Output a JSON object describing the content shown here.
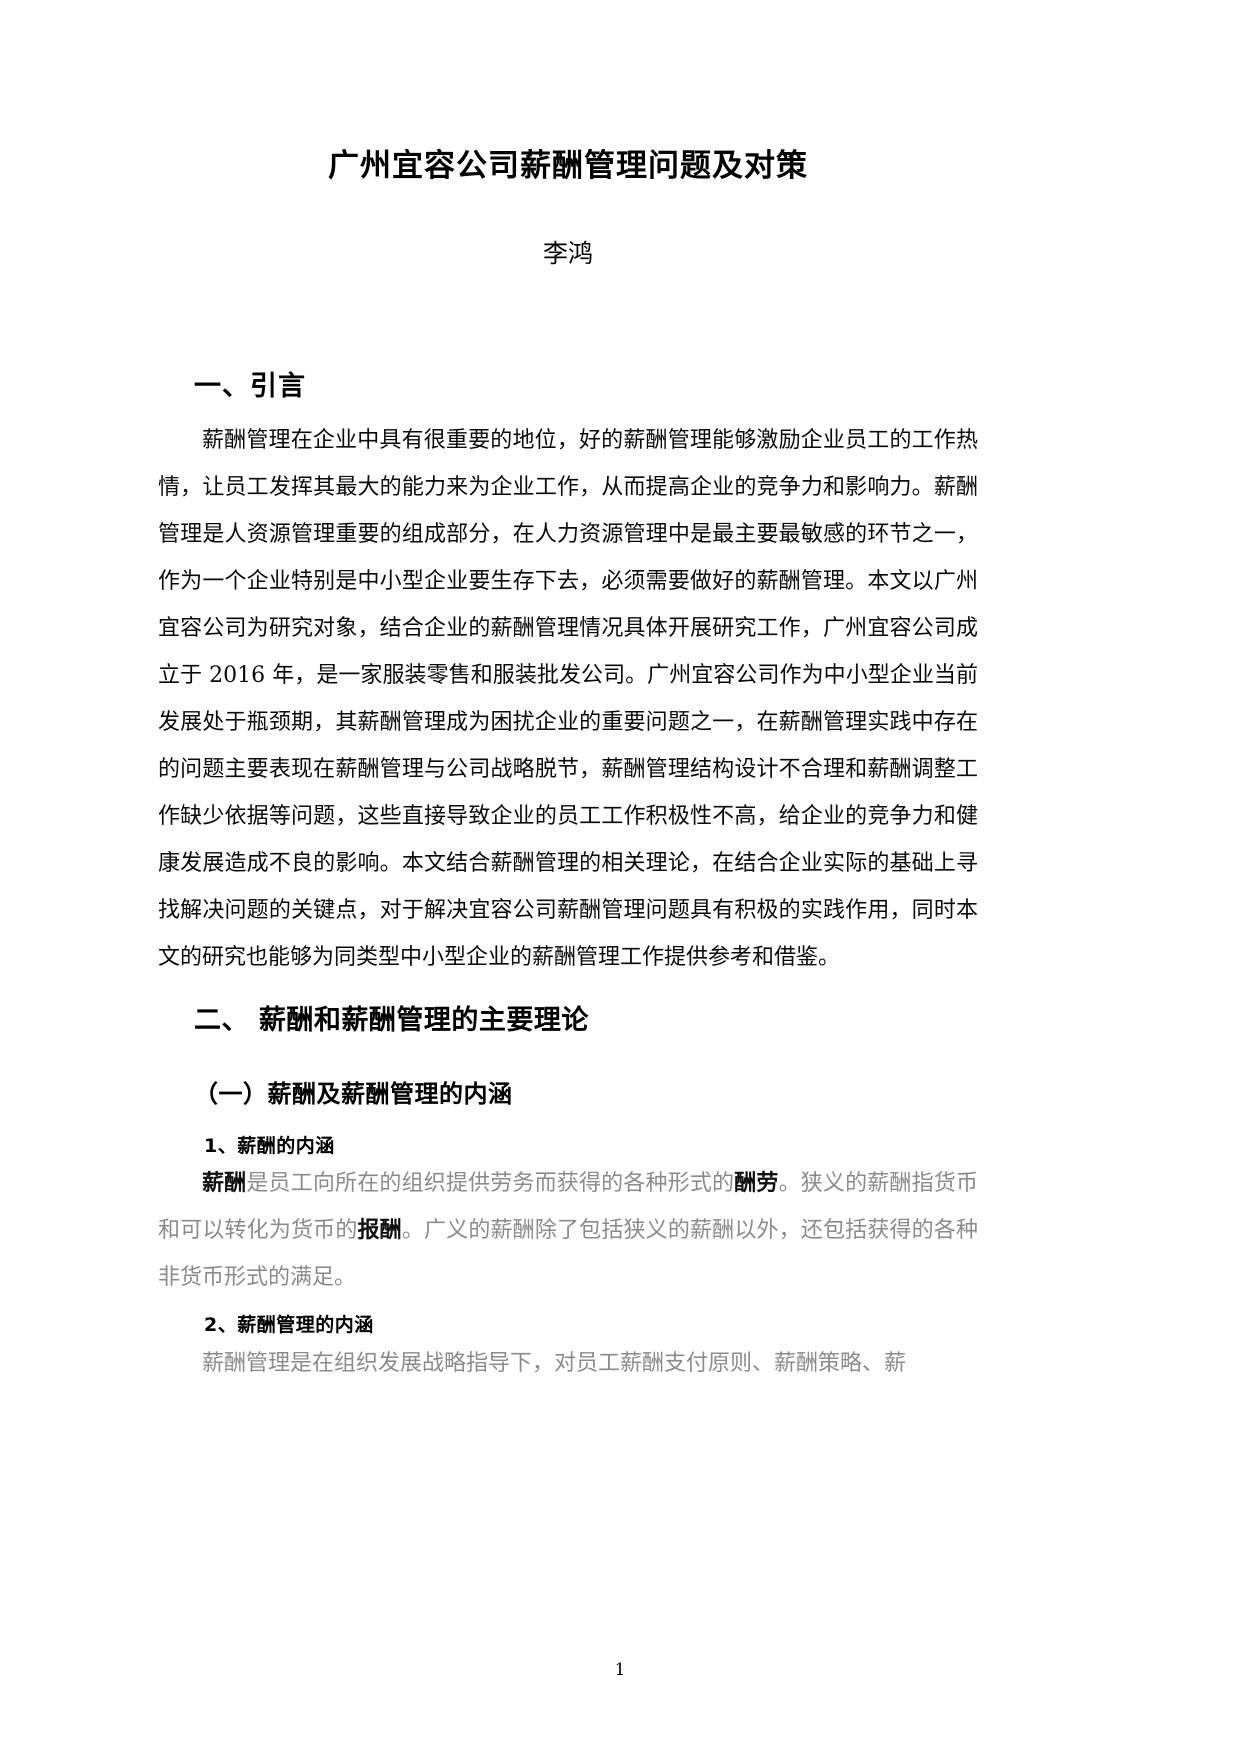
{
  "document": {
    "title": "广州宜容公司薪酬管理问题及对策",
    "author": "李鸿",
    "page_number": "1"
  },
  "sections": {
    "intro_heading": "一、引言",
    "intro_paragraph": "薪酬管理在企业中具有很重要的地位，好的薪酬管理能够激励企业员工的工作热情，让员工发挥其最大的能力来为企业工作，从而提高企业的竞争力和影响力。薪酬管理是人资源管理重要的组成部分，在人力资源管理中是最主要最敏感的环节之一，作为一个企业特别是中小型企业要生存下去，必须需要做好的薪酬管理。本文以广州宜容公司为研究对象，结合企业的薪酬管理情况具体开展研究工作，广州宜容公司成立于 2016 年，是一家服装零售和服装批发公司。广州宜容公司作为中小型企业当前发展处于瓶颈期，其薪酬管理成为困扰企业的重要问题之一，在薪酬管理实践中存在的问题主要表现在薪酬管理与公司战略脱节，薪酬管理结构设计不合理和薪酬调整工作缺少依据等问题，这些直接导致企业的员工工作积极性不高，给企业的竞争力和健康发展造成不良的影响。本文结合薪酬管理的相关理论，在结合企业实际的基础上寻找解决问题的关键点，对于解决宜容公司薪酬管理问题具有积极的实践作用，同时本文的研究也能够为同类型中小型企业的薪酬管理工作提供参考和借鉴。",
    "theory_heading": "二、  薪酬和薪酬管理的主要理论",
    "subsection_1_heading": "（一）薪酬及薪酬管理的内涵",
    "item_1_heading": "1、薪酬的内涵",
    "item_1_text_a": "薪酬",
    "item_1_text_b": "是员工向所在的组织提供劳务而获得的各种形式的",
    "item_1_text_c": "酬劳",
    "item_1_text_d": "。狭义的薪酬指货币和可以转化为货币的",
    "item_1_text_e": "报酬",
    "item_1_text_f": "。广义的薪酬除了包括狭义的薪酬以外，还包括获得的各种非货币形式的满足。",
    "item_2_heading": "2、薪酬管理的内涵",
    "item_2_paragraph": "薪酬管理是在组织发展战略指导下，对员工薪酬支付原则、薪酬策略、薪"
  }
}
